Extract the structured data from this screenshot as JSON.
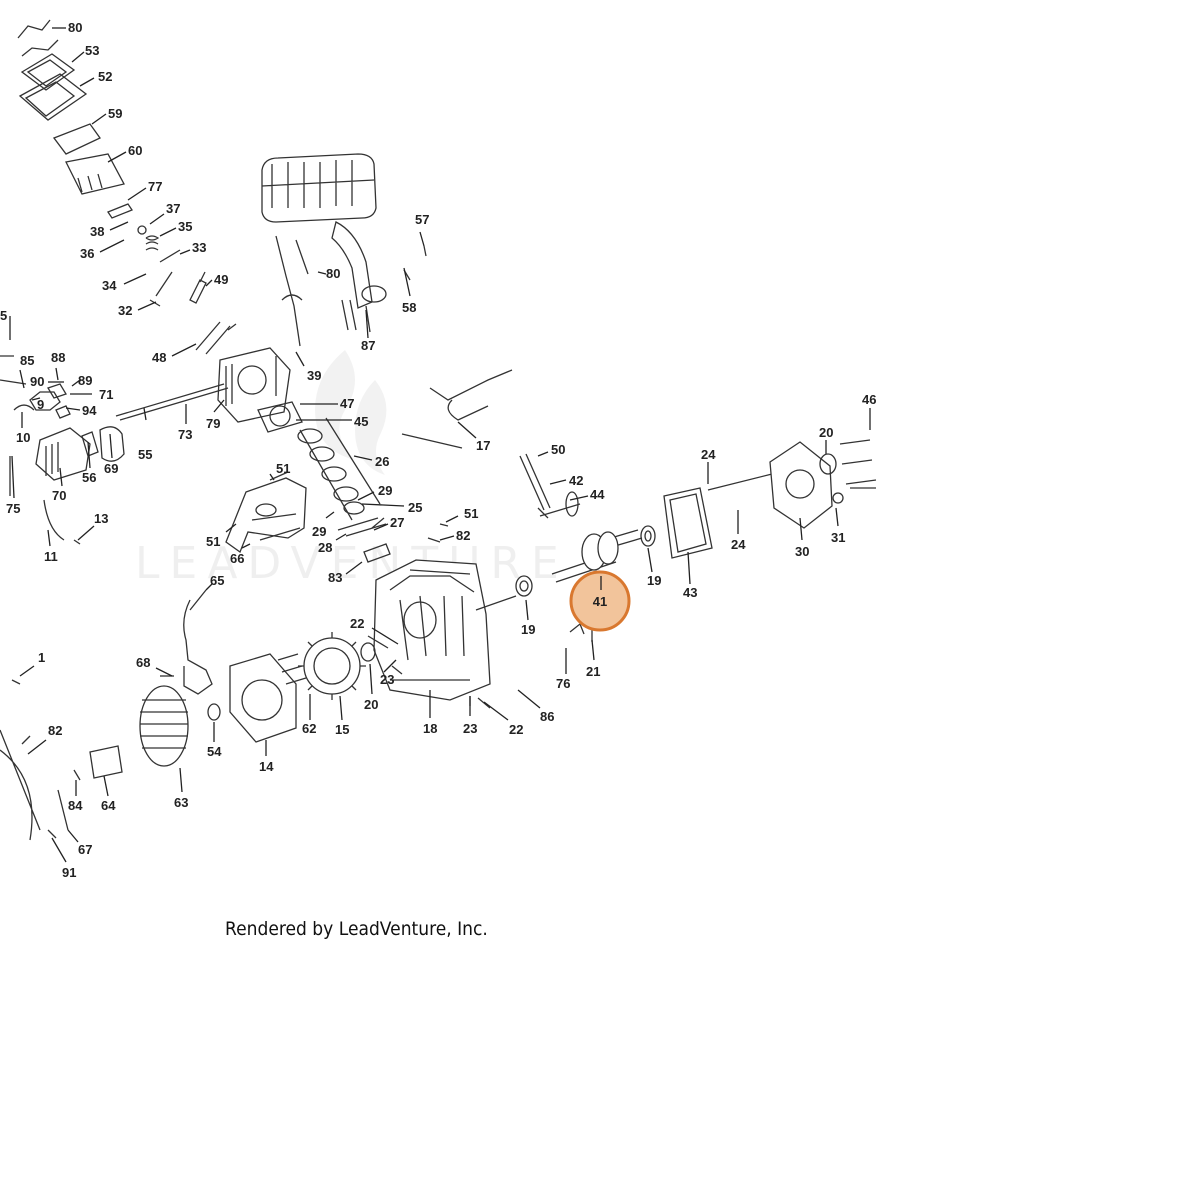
{
  "diagram": {
    "callouts": [
      "80",
      "53",
      "52",
      "59",
      "60",
      "77",
      "38",
      "37",
      "35",
      "36",
      "33",
      "34",
      "49",
      "32",
      "5",
      "85",
      "88",
      "90",
      "89",
      "71",
      "9",
      "94",
      "10",
      "48",
      "39",
      "80b",
      "57",
      "58",
      "87",
      "79",
      "73",
      "55",
      "69",
      "70",
      "56",
      "75",
      "11",
      "13",
      "47",
      "45",
      "17",
      "26",
      "51",
      "29",
      "25",
      "27",
      "28",
      "83",
      "82",
      "51b",
      "66",
      "65",
      "68",
      "1",
      "50",
      "42",
      "44",
      "24",
      "20",
      "46",
      "30",
      "31",
      "24b",
      "19",
      "43",
      "19b",
      "21",
      "76",
      "22",
      "23",
      "20b",
      "18",
      "23b",
      "22b",
      "86",
      "62",
      "15",
      "14",
      "54",
      "63",
      "64",
      "84",
      "67",
      "91",
      "82b"
    ],
    "labels": {
      "80": "80",
      "53": "53",
      "52": "52",
      "59": "59",
      "60": "60",
      "77": "77",
      "38": "38",
      "37": "37",
      "35": "35",
      "36": "36",
      "33": "33",
      "34": "34",
      "49": "49",
      "32": "32",
      "5": "5",
      "85": "85",
      "88": "88",
      "90": "90",
      "89": "89",
      "71": "71",
      "9": "9",
      "94": "94",
      "10": "10",
      "48": "48",
      "39": "39",
      "80b": "80",
      "57": "57",
      "58": "58",
      "87": "87",
      "79": "79",
      "73": "73",
      "55": "55",
      "69": "69",
      "70": "70",
      "56": "56",
      "75": "75",
      "11": "11",
      "13": "13",
      "47": "47",
      "45": "45",
      "17": "17",
      "26": "26",
      "51": "51",
      "29": "29",
      "25": "25",
      "27": "27",
      "28": "28",
      "83": "83",
      "82": "82",
      "51b": "51",
      "66": "66",
      "65": "65",
      "68": "68",
      "1": "1",
      "50": "50",
      "42": "42",
      "44": "44",
      "24": "24",
      "20": "20",
      "46": "46",
      "30": "30",
      "31": "31",
      "24b": "24",
      "19": "19",
      "43": "43",
      "19b": "19",
      "21": "21",
      "76": "76",
      "22": "22",
      "23": "23",
      "20b": "20",
      "18": "18",
      "23b": "23",
      "22b": "22",
      "86": "86",
      "62": "62",
      "15": "15",
      "14": "14",
      "54": "54",
      "63": "63",
      "64": "64",
      "84": "84",
      "67": "67",
      "91": "91",
      "82b": "82"
    },
    "highlight": {
      "label": "41",
      "color": "#e8a060",
      "fill": "#f2c49b",
      "stroke": "#d9782f"
    },
    "watermark": "LEADVENTURE"
  },
  "footer": "Rendered by LeadVenture, Inc."
}
